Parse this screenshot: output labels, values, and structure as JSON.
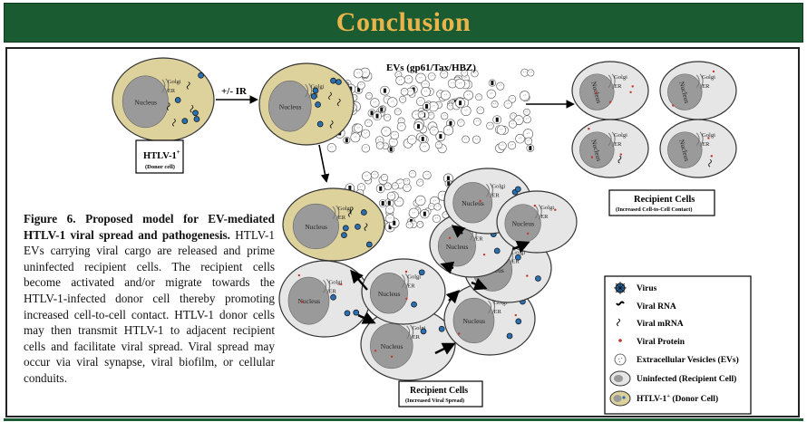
{
  "header": {
    "title": "Conclusion"
  },
  "diagram": {
    "donor_label": "HTLV-1",
    "donor_sup": "+",
    "donor_sub": "(Donor cell)",
    "ir_label": "+/- IR",
    "evs_label": "EVs (gp61/Tax/HBZ)",
    "cell_nucleus": "Nucleus",
    "cell_golgi": "Golgi",
    "cell_er": "ER",
    "recipient_top_title": "Recipient Cells",
    "recipient_top_sub": "(Increased Cell-to-Cell Contact)",
    "recipient_bottom_title": "Recipient Cells",
    "recipient_bottom_sub": "(Increased Viral Spread)"
  },
  "legend": {
    "items": [
      {
        "label": "Virus",
        "icon": "virus-icon"
      },
      {
        "label": "Viral RNA",
        "icon": "viral-rna-icon"
      },
      {
        "label": "Viral mRNA",
        "icon": "viral-mrna-icon"
      },
      {
        "label": "Viral Protein",
        "icon": "viral-protein-icon"
      },
      {
        "label": "Extracellular Vesicles (EVs)",
        "icon": "ev-icon"
      },
      {
        "label": "Uninfected (Recipient Cell)",
        "icon": "uninfected-cell-icon"
      },
      {
        "label": "HTLV-1",
        "sup": "+",
        "label_suffix": " (Donor Cell)",
        "icon": "donor-cell-icon"
      }
    ]
  },
  "caption": {
    "bold": "Figure 6. Proposed model for EV-mediated HTLV-1 viral spread and pathogenesis.",
    "text": " HTLV-1 EVs carrying viral cargo are released and prime uninfected recipient cells. The recipient cells become activated and/or migrate towards the HTLV-1-infected donor cell thereby promoting increased cell-to-cell contact. HTLV-1 donor cells may then transmit HTLV-1 to adjacent recipient cells and facilitate viral spread. Viral spread may occur via viral synapse, viral biofilm, or cellular conduits."
  },
  "colors": {
    "header_bg": "#1b5b32",
    "header_text": "#e9b54a",
    "donor_cell": "#ddd29c",
    "recipient_cell": "#e6e6e6",
    "nucleus": "#9a9a9a",
    "virus": "#2a6fb0",
    "protein": "#c0392b"
  }
}
